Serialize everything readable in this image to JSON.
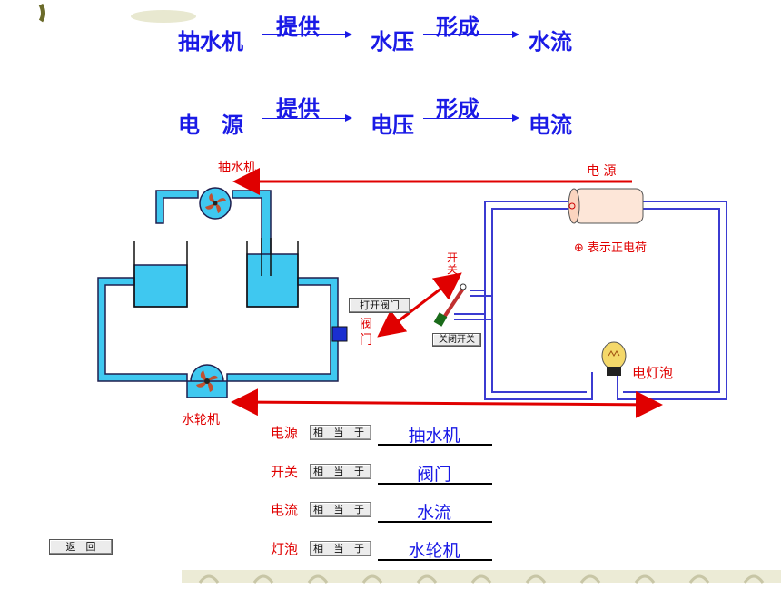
{
  "top_analogy": {
    "row1": {
      "left": "抽水机",
      "arrow1": "提供",
      "middle": "水压",
      "arrow2": "形成",
      "right": "水流"
    },
    "row2": {
      "left": "电　源",
      "arrow1": "提供",
      "middle": "电压",
      "arrow2": "形成",
      "right": "电流"
    }
  },
  "diagram": {
    "pump_label": "抽水机",
    "power_label": "电 源",
    "turbine_label": "水轮机",
    "switch_label": "开\n关",
    "valve_label": "阀\n门",
    "positive_charge_label": "⊕ 表示正电荷",
    "bulb_label": "电灯泡",
    "open_valve_button": "打开阀门",
    "close_switch_button": "关闭开关",
    "colors": {
      "water": "#3fc8f0",
      "wire": "#3b3bd1",
      "red": "#e00000",
      "blue_text": "#1a1ae6"
    }
  },
  "equivalences": [
    {
      "label": "电源",
      "relation": "相 当 于",
      "value": "抽水机"
    },
    {
      "label": "开关",
      "relation": "相 当 于",
      "value": "阀门"
    },
    {
      "label": "电流",
      "relation": "相 当 于",
      "value": "水流"
    },
    {
      "label": "灯泡",
      "relation": "相 当 于",
      "value": "水轮机"
    }
  ],
  "back_button": "返　回"
}
